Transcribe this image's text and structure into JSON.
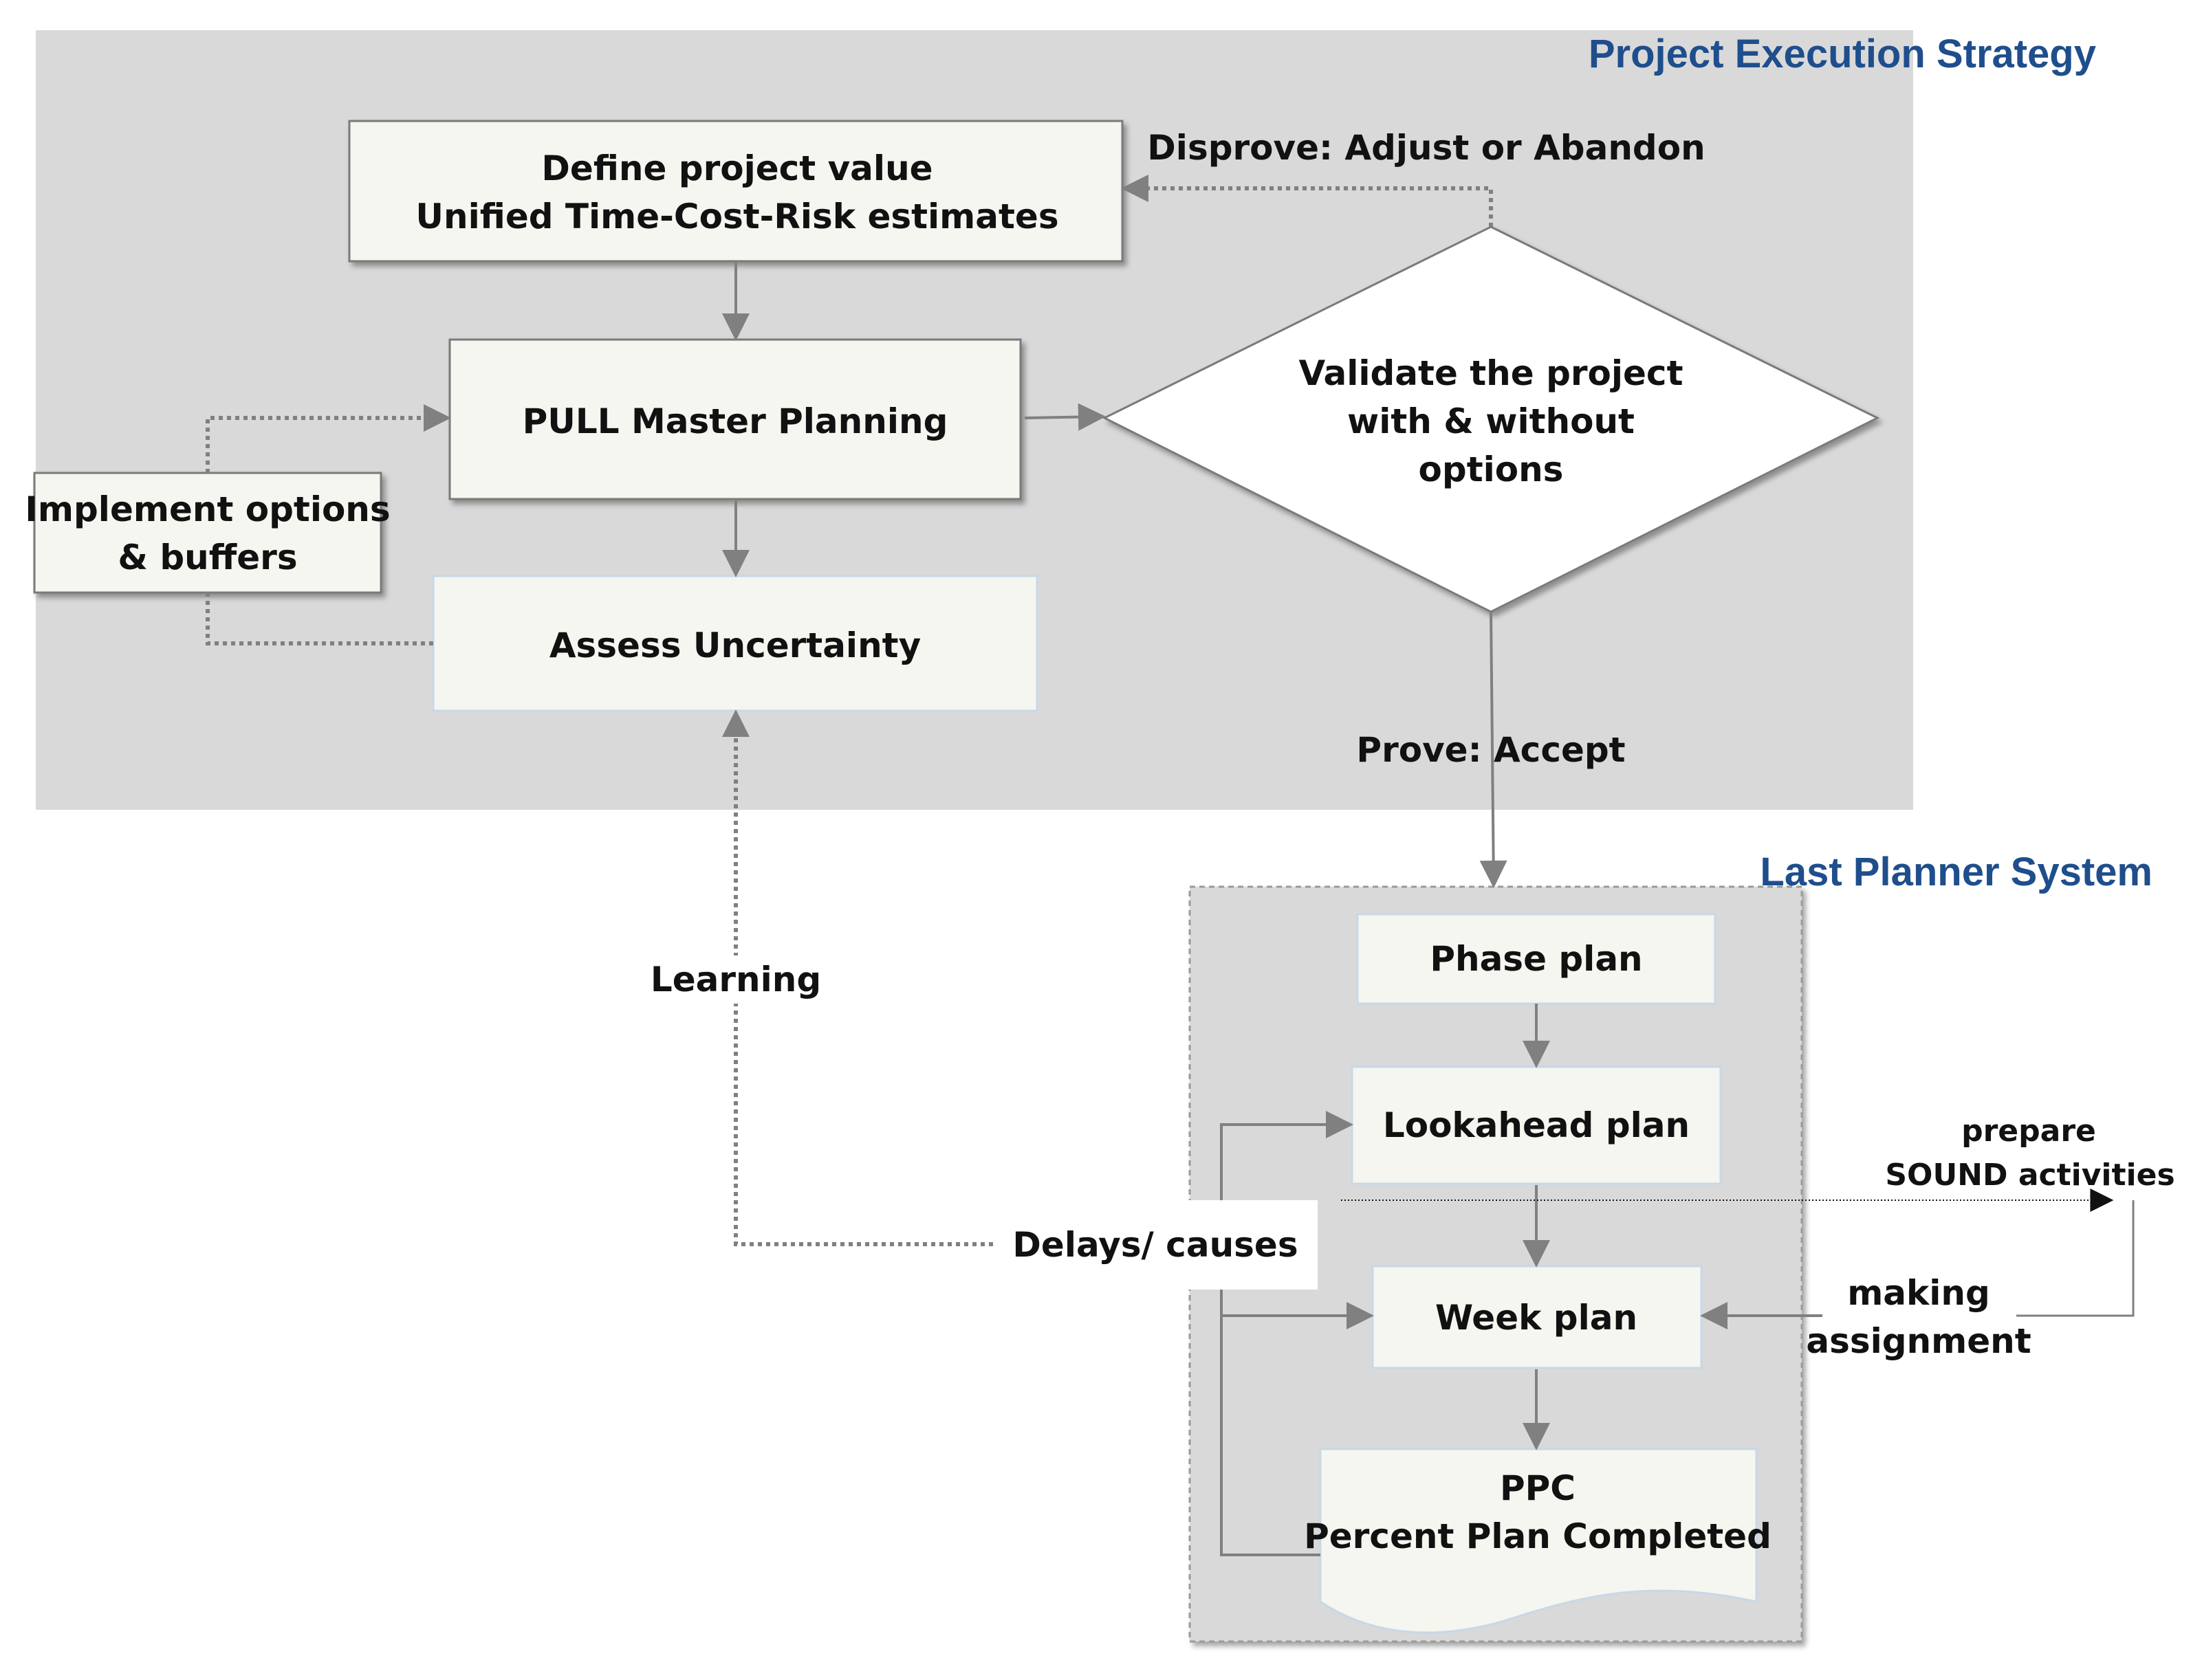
{
  "colors": {
    "region_fill": "#d9d9d9",
    "box_fill": "#f4f6ef",
    "box_stroke": "#7a7a7a",
    "connector": "#808080",
    "text": "#111111",
    "title": "#1f4e8c"
  },
  "regions": {
    "execution": {
      "title": "Project Execution Strategy"
    },
    "last_planner": {
      "title": "Last Planner System"
    }
  },
  "boxes": {
    "define_value": {
      "line1": "Define project value",
      "line2": "Unified Time-Cost-Risk estimates"
    },
    "pull_master": {
      "label": "PULL Master Planning"
    },
    "assess": {
      "label": "Assess Uncertainty"
    },
    "implement": {
      "line1": "Implement options",
      "line2": "& buffers"
    },
    "validate": {
      "line1": "Validate the project",
      "line2": "with & without",
      "line3": "options"
    },
    "phase_plan": {
      "label": "Phase plan"
    },
    "lookahead_plan": {
      "label": "Lookahead plan"
    },
    "week_plan": {
      "label": "Week plan"
    },
    "ppc": {
      "line1": "PPC",
      "line2": "Percent Plan Completed"
    }
  },
  "labels": {
    "disprove": "Disprove: Adjust or Abandon",
    "prove": "Prove: Accept",
    "learning": "Learning",
    "delays": "Delays/ causes",
    "prepare_line1": "prepare",
    "prepare_line2": "SOUND activities",
    "making_line1": "making",
    "making_line2": "assignment"
  }
}
